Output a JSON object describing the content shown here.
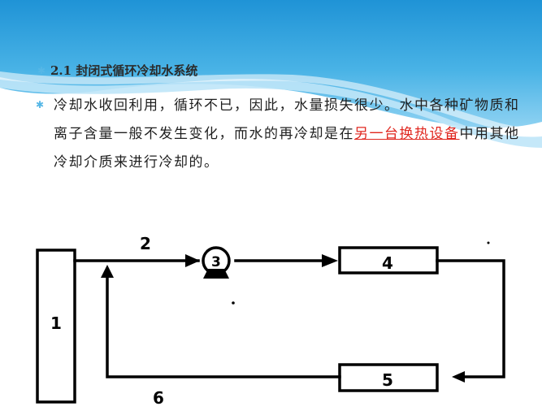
{
  "slide": {
    "heading": "2.1 封闭式循环冷却水系统",
    "paragraph": {
      "before": "冷却水收回利用，循环不已，因此，水量损失很少。水中各种矿物质和离子含量一般不发生变化，而水的再冷却是在",
      "highlight": "另一台换热设备",
      "after": "中用其他冷却介质来进行冷却的。"
    },
    "colors": {
      "highlight": "#e0271f",
      "bullet": "#56b7e6",
      "wave": "#3ba6dc"
    }
  },
  "diagram": {
    "labels": {
      "unit_1": "1",
      "pipe_2": "2",
      "pump_3": "3",
      "unit_4": "4",
      "unit_5": "5",
      "pipe_6": "6"
    }
  }
}
